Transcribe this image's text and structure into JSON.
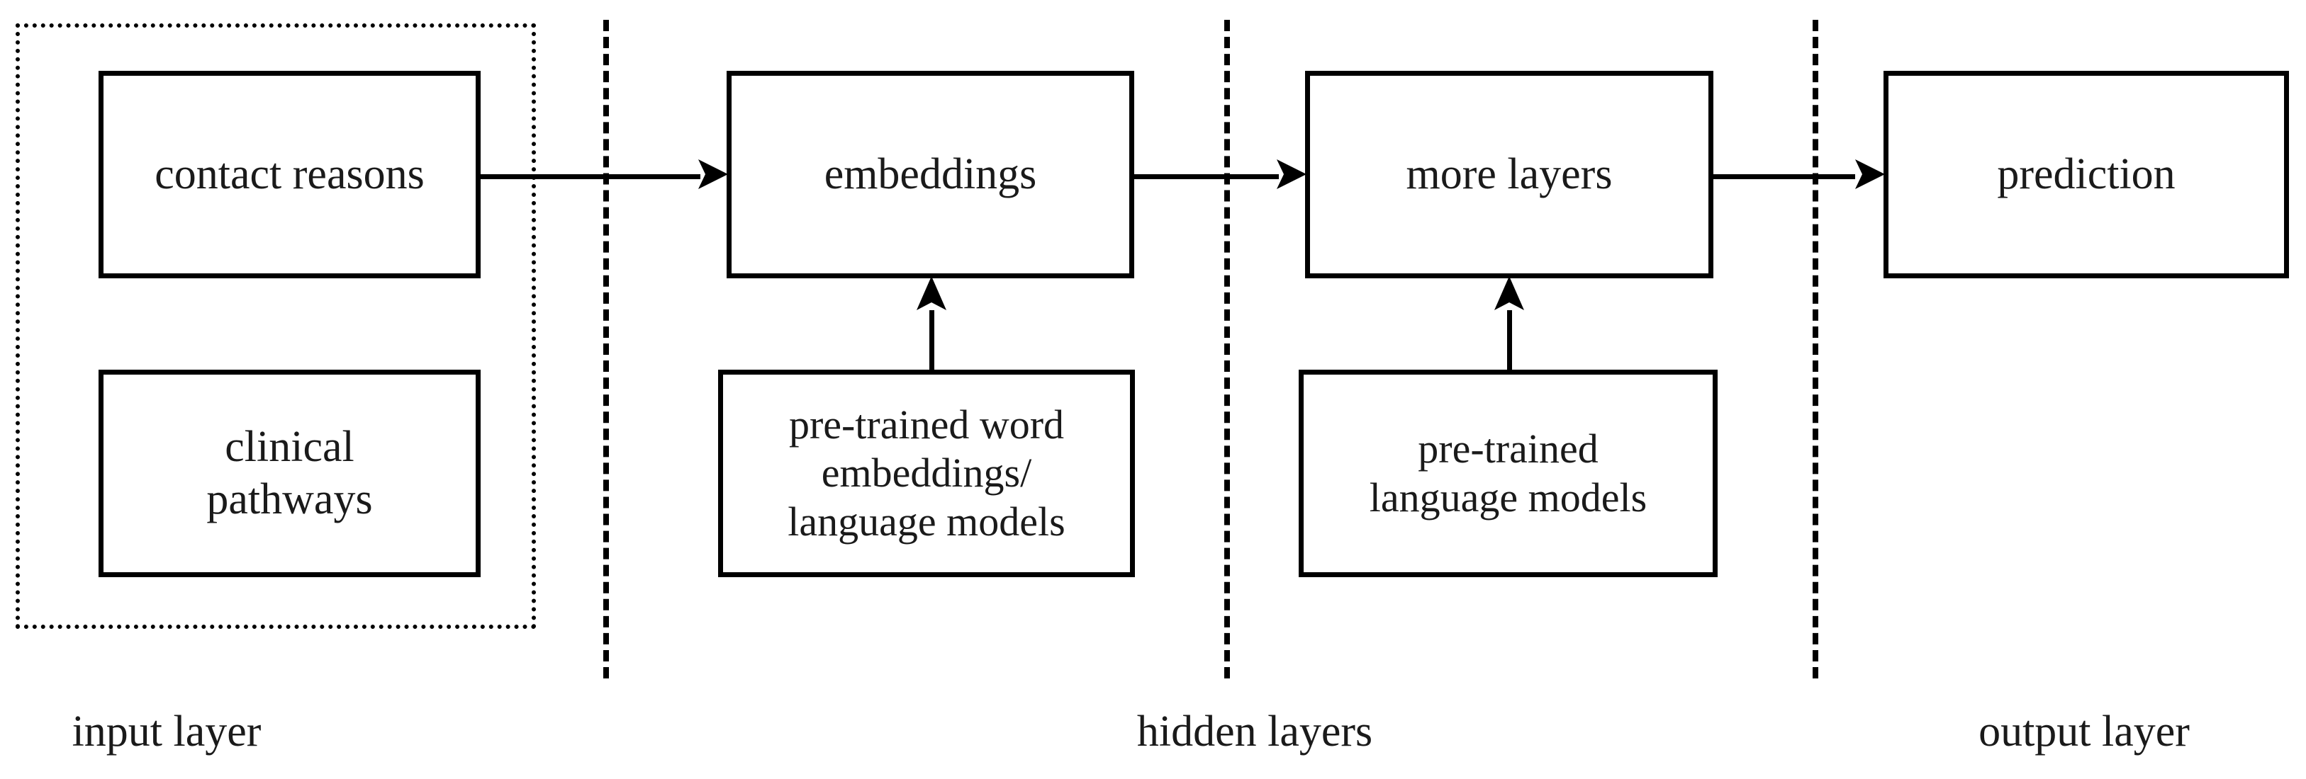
{
  "diagram": {
    "title": "neural network architecture with input, hidden and output layers",
    "stroke_color": "#000000",
    "text_color": "#1a1a1a",
    "background": "#ffffff"
  },
  "input_layer": {
    "group_name": "input-layer-group",
    "boxes": [
      {
        "id": "contact-reasons",
        "label": "contact reasons"
      },
      {
        "id": "clinical-pathways",
        "label": "clinical\npathways"
      }
    ],
    "caption": "input layer"
  },
  "hidden_layers": {
    "caption": "hidden layers",
    "boxes": [
      {
        "id": "embeddings",
        "label": "embeddings"
      },
      {
        "id": "pretrained-word-embeddings",
        "label": "pre-trained word\nembeddings/\nlanguage models"
      },
      {
        "id": "more-layers",
        "label": "more layers"
      },
      {
        "id": "pretrained-language-models",
        "label": "pre-trained\nlanguage models"
      }
    ]
  },
  "output_layer": {
    "caption": "output layer",
    "boxes": [
      {
        "id": "prediction",
        "label": "prediction"
      }
    ]
  },
  "connections": [
    {
      "id": "contact-reasons-to-embeddings",
      "from": "contact reasons",
      "to": "embeddings",
      "direction": "right"
    },
    {
      "id": "pretrained-word-embeddings-to-embeddings",
      "from": "pre-trained word embeddings/language models",
      "to": "embeddings",
      "direction": "up"
    },
    {
      "id": "embeddings-to-more-layers",
      "from": "embeddings",
      "to": "more layers",
      "direction": "right"
    },
    {
      "id": "pretrained-language-models-to-more-layers",
      "from": "pre-trained language models",
      "to": "more layers",
      "direction": "up"
    },
    {
      "id": "more-layers-to-prediction",
      "from": "more layers",
      "to": "prediction",
      "direction": "right"
    }
  ],
  "dividers": [
    {
      "id": "divider-input-hidden"
    },
    {
      "id": "divider-hidden-1"
    },
    {
      "id": "divider-hidden-output"
    }
  ]
}
